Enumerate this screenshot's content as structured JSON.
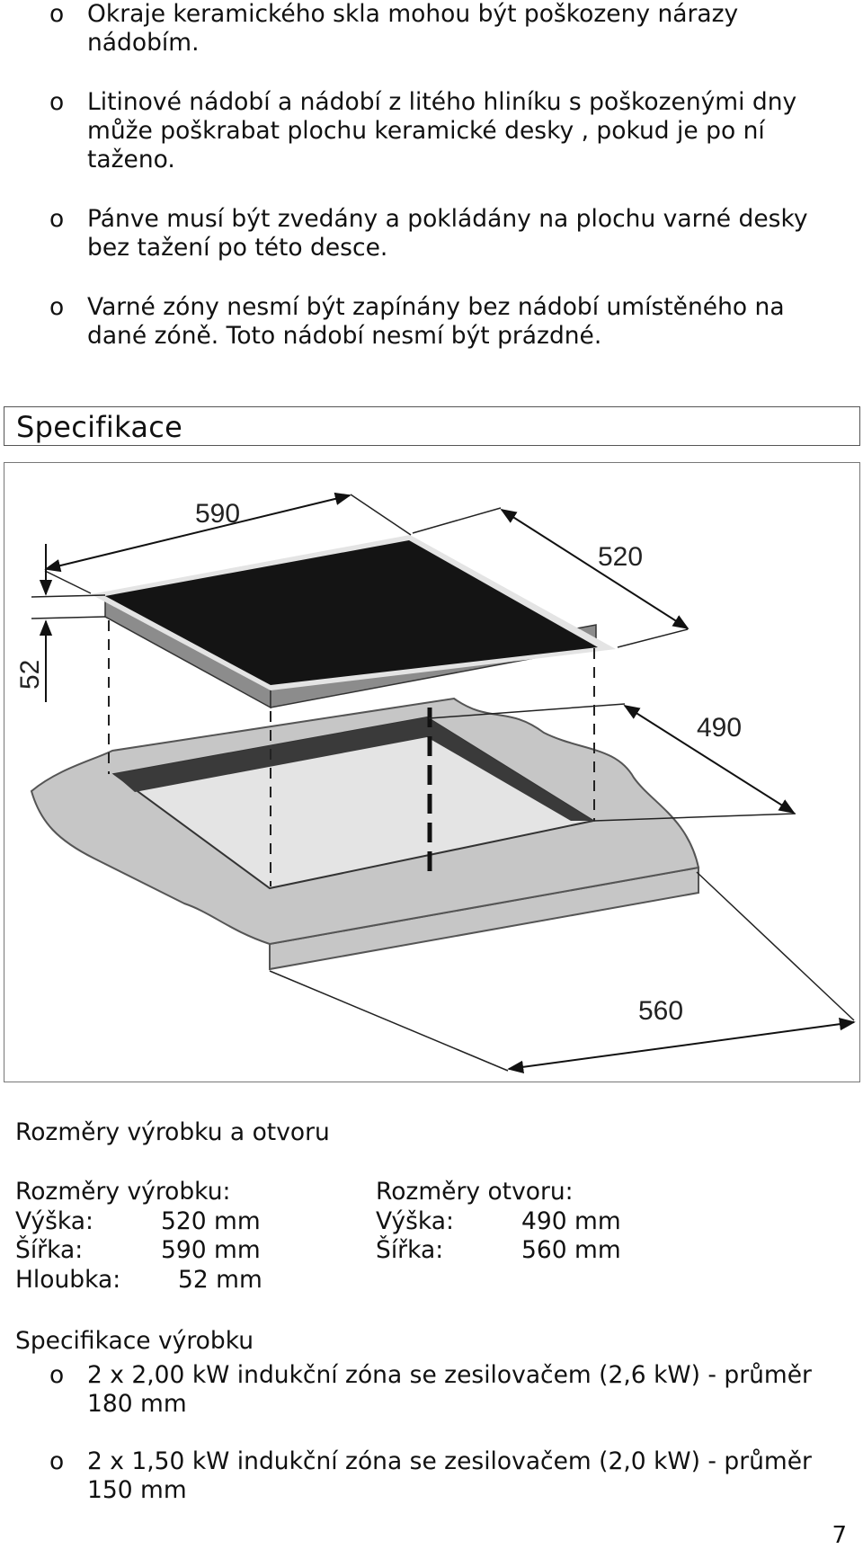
{
  "notes": [
    {
      "marker": "o",
      "text": "Okraje keramického skla mohou být poškozeny nárazy nádobím."
    },
    {
      "marker": "o",
      "text": "Litinové nádobí a nádobí z litého hliníku s poškozenými dny může poškrabat plochu keramické desky , pokud je po ní taženo."
    },
    {
      "marker": "o",
      "text": "Pánve musí být zvedány a pokládány na plochu varné desky bez tažení po této desce."
    },
    {
      "marker": "o",
      "text": "Varné zóny nesmí být zapínány bez nádobí umístěného na dané zóně. Toto nádobí nesmí být prázdné."
    }
  ],
  "section_title": "Specifikace",
  "diagram": {
    "dims": {
      "width": "590",
      "depth": "520",
      "height": "52",
      "cutout_depth": "490",
      "cutout_width": "560"
    },
    "colors": {
      "glass": "#141414",
      "frame": "#8c8c8c",
      "counter": "#c6c6c6",
      "cutout": "#e4e4e4",
      "cutout_wall": "#3a3a3a"
    }
  },
  "dimensions_heading": "Rozměry výrobku a otvoru",
  "product_dims": {
    "heading": "Rozměry výrobku:",
    "rows": [
      {
        "label": "Výška:",
        "value": "520 mm"
      },
      {
        "label": "Šířka:",
        "value": "590 mm"
      },
      {
        "label": "Hloubka:",
        "value": "52 mm"
      }
    ]
  },
  "cutout_dims": {
    "heading": "Rozměry otvoru:",
    "rows": [
      {
        "label": "Výška:",
        "value": "490 mm"
      },
      {
        "label": "Šířka:",
        "value": "560 mm"
      }
    ]
  },
  "product_specs_heading": "Specifikace výrobku",
  "product_specs": [
    {
      "marker": "o",
      "text": "2 x 2,00 kW indukční zóna se zesilovačem (2,6 kW) - průměr 180 mm"
    },
    {
      "marker": "o",
      "text": "2 x 1,50 kW indukční zóna se zesilovačem (2,0 kW) - průměr 150 mm"
    }
  ],
  "page_number": "7"
}
